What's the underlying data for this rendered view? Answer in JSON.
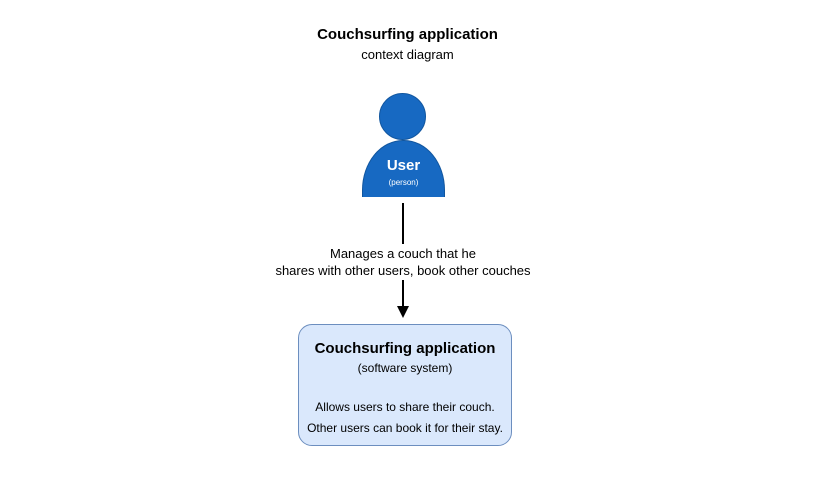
{
  "header": {
    "title": "Couchsurfing application",
    "subtitle": "context diagram"
  },
  "diagram": {
    "actor": {
      "name": "User",
      "type": "(person)",
      "fill_color": "#1769C2",
      "stroke_color": "#11569F",
      "text_color": "#ffffff"
    },
    "relationship": {
      "label_line1": "Manages a couch that he",
      "label_line2": "shares with other users, book other couches",
      "arrow_color": "#000000"
    },
    "system": {
      "title": "Couchsurfing application",
      "type": "(software system)",
      "description_line1": "Allows users to share their couch.",
      "description_line2": "Other users can book it for their stay.",
      "fill_color": "#DAE8FC",
      "stroke_color": "#6C8EBF"
    }
  }
}
